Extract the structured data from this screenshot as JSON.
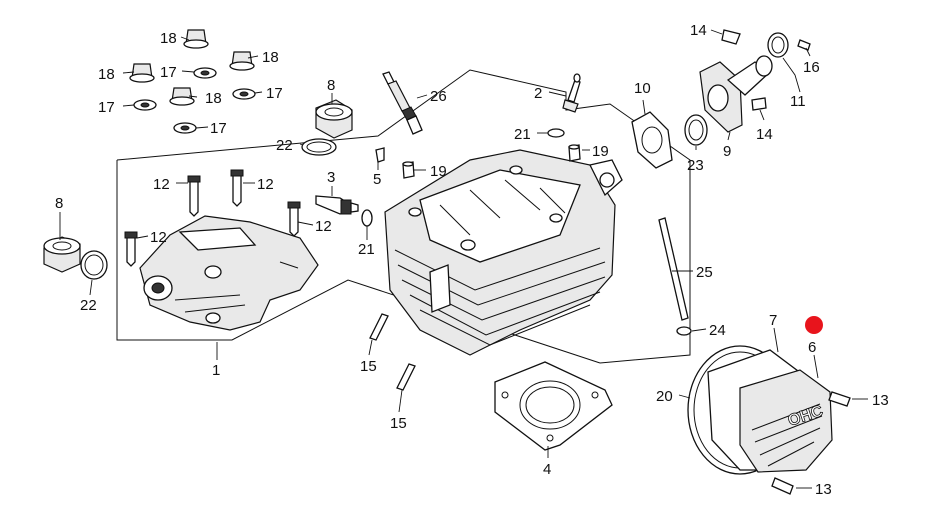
{
  "callouts": {
    "c1": "1",
    "c2": "2",
    "c3": "3",
    "c4": "4",
    "c5": "5",
    "c6": "6",
    "c7": "7",
    "c8": "8",
    "c9": "9",
    "c10": "10",
    "c11": "11",
    "c12": "12",
    "c13": "13",
    "c14": "14",
    "c15": "15",
    "c16": "16",
    "c17": "17",
    "c18": "18",
    "c19": "19",
    "c20": "20",
    "c21": "21",
    "c22": "22",
    "c23": "23",
    "c24": "24",
    "c25": "25",
    "c26": "26"
  },
  "cover_lettering": "OHC",
  "colors": {
    "line": "#111111",
    "marker": "#e8141c",
    "background": "#ffffff"
  }
}
